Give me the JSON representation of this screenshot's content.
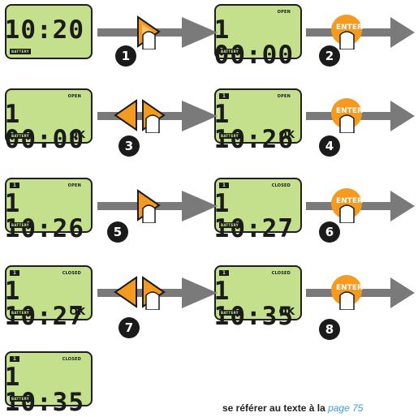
{
  "ui": {
    "battery_label": "BATTERY",
    "ok_label": "OK",
    "enter_label": "ENTER"
  },
  "displays": [
    {
      "time": "10:20",
      "status": "",
      "index": "",
      "ok": ""
    },
    {
      "time": "1 00:00",
      "status": "OPEN",
      "index": "",
      "ok": ""
    },
    {
      "time": "1 00:00",
      "status": "OPEN",
      "index": "",
      "ok": "OK"
    },
    {
      "time": "1 10:26",
      "status": "OPEN",
      "index": "1",
      "ok": "OK"
    },
    {
      "time": "1 10:26",
      "status": "OPEN",
      "index": "1",
      "ok": ""
    },
    {
      "time": "1 10:27",
      "status": "CLOSED",
      "index": "1",
      "ok": ""
    },
    {
      "time": "1 10:27",
      "status": "CLOSED",
      "index": "1",
      "ok": "OK"
    },
    {
      "time": "1 10:35",
      "status": "CLOSED",
      "index": "1",
      "ok": "OK"
    },
    {
      "time": "1 10:35",
      "status": "CLOSED",
      "index": "1",
      "ok": ""
    }
  ],
  "steps": [
    {
      "number": "1",
      "action": "right-arrow-button"
    },
    {
      "number": "2",
      "action": "enter-button"
    },
    {
      "number": "3",
      "action": "left-right-arrow-buttons"
    },
    {
      "number": "4",
      "action": "enter-button"
    },
    {
      "number": "5",
      "action": "right-arrow-button"
    },
    {
      "number": "6",
      "action": "enter-button"
    },
    {
      "number": "7",
      "action": "left-right-arrow-buttons"
    },
    {
      "number": "8",
      "action": "enter-button"
    }
  ],
  "footer": {
    "text": "se référer au texte à la ",
    "link": "page 75"
  },
  "colors": {
    "lcd_background": "#c5e08d",
    "arrow_gray": "#7a7a7a",
    "button_orange": "#f39a1f",
    "link_blue": "#3fa0d6"
  }
}
